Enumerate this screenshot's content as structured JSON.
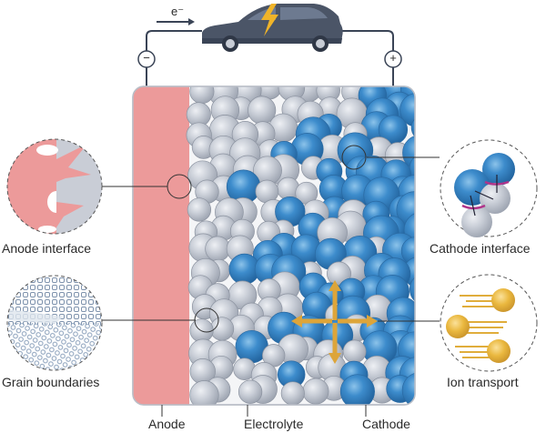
{
  "diagram": {
    "electron_label": "e⁻",
    "negative_terminal": "−",
    "positive_terminal": "+",
    "callouts": {
      "anode_interface": "Anode interface",
      "grain_boundaries": "Grain boundaries",
      "cathode_interface": "Cathode interface",
      "ion_transport": "Ion transport"
    },
    "layers": {
      "anode": "Anode",
      "electrolyte": "Electrolyte",
      "cathode": "Cathode"
    },
    "colors": {
      "anode": "#ec9a9a",
      "electrolyte_sphere": "#c5cad3",
      "cathode_sphere": "#3d8ccc",
      "ion": "#e8b33c",
      "car": "#4a5568",
      "bolt": "#f0b429",
      "interface": "#b0348a"
    }
  }
}
